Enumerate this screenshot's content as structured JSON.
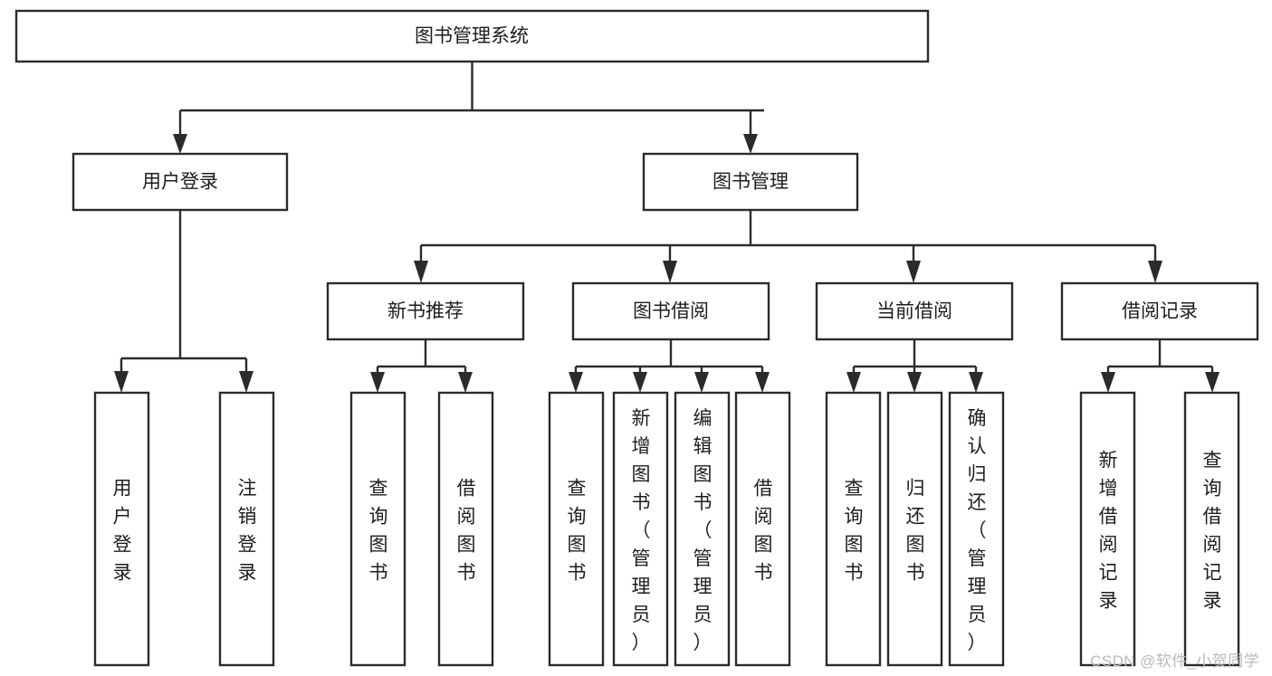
{
  "diagram": {
    "type": "tree-hierarchy",
    "title": "图书管理系统",
    "orientation": "top-down",
    "colors": {
      "box_fill": "#ffffff",
      "box_stroke": "#2b2b2b",
      "text": "#1d1d1d",
      "background": "#ffffff",
      "watermark": "#b9b9b9"
    },
    "root": {
      "label": "图书管理系统"
    },
    "level2": [
      {
        "label": "用户登录"
      },
      {
        "label": "图书管理"
      }
    ],
    "level3": [
      {
        "label": "新书推荐"
      },
      {
        "label": "图书借阅"
      },
      {
        "label": "当前借阅"
      },
      {
        "label": "借阅记录"
      }
    ],
    "leaves_user_login": [
      {
        "label": "用户登录"
      },
      {
        "label": "注销登录"
      }
    ],
    "leaves_new_book": [
      {
        "label": "查询图书"
      },
      {
        "label": "借阅图书"
      }
    ],
    "leaves_borrow": [
      {
        "label": "查询图书"
      },
      {
        "label": "新增图书（管理员）"
      },
      {
        "label": "编辑图书（管理员）"
      },
      {
        "label": "借阅图书"
      }
    ],
    "leaves_current": [
      {
        "label": "查询图书"
      },
      {
        "label": "归还图书"
      },
      {
        "label": "确认归还（管理员）"
      }
    ],
    "leaves_record": [
      {
        "label": "新增借阅记录"
      },
      {
        "label": "查询借阅记录"
      }
    ]
  },
  "watermark": {
    "text": "CSDN @软件_小贺同学"
  }
}
